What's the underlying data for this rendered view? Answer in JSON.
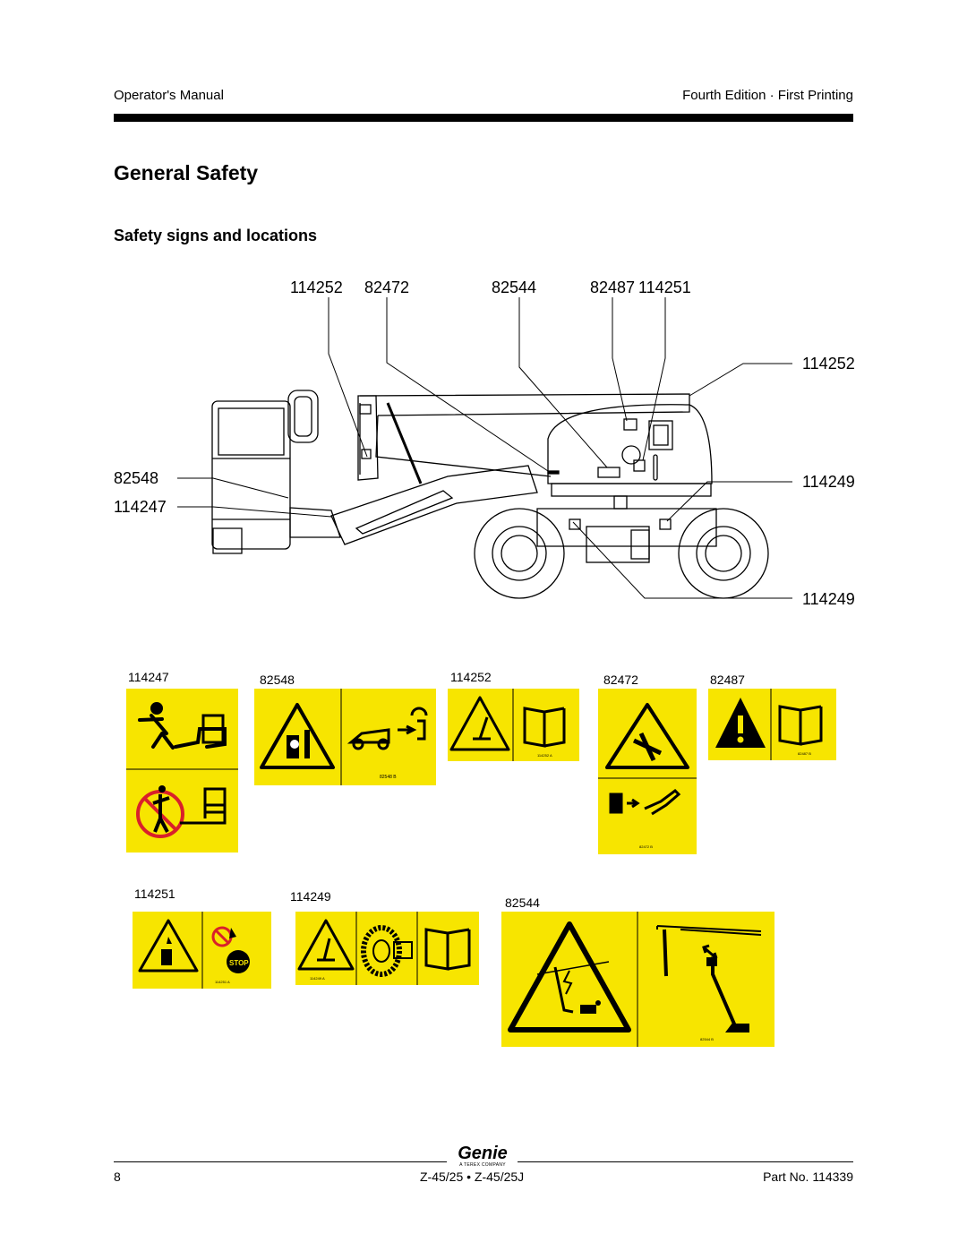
{
  "header": {
    "left": "Operator's Manual",
    "right": "Fourth Edition · First Printing"
  },
  "title": "General  Safety",
  "subtitle": "Safety signs and locations",
  "callouts": {
    "top_1": "114252",
    "top_2": "82472",
    "top_3": "82544",
    "top_4": "82487",
    "top_5": "114251",
    "right_1": "114252",
    "right_2": "114249",
    "right_3": "114249",
    "left_1": "82548",
    "left_2": "114247"
  },
  "decals": {
    "d114247": "114247",
    "d82548": "82548",
    "d114252": "114252",
    "d82472": "82472",
    "d82487": "82487",
    "d114251": "114251",
    "d114249": "114249",
    "d82544": "82544",
    "small_82548": "82548  B",
    "small_114252": "114252  A",
    "small_82472": "82472  B",
    "small_82487": "82487  B",
    "small_114251": "114251  A",
    "small_114249": "114249  A",
    "small_82544": "82544  B",
    "stop_text": "STOP"
  },
  "footer": {
    "page": "8",
    "models": "Z-45/25 • Z-45/25J",
    "part": "Part No. 114339",
    "logo": "Genie",
    "logo_tag": "A TEREX COMPANY"
  },
  "colors": {
    "decal_yellow": "#f7e500",
    "rule": "#000000",
    "prohibit_red": "#d9202a"
  }
}
